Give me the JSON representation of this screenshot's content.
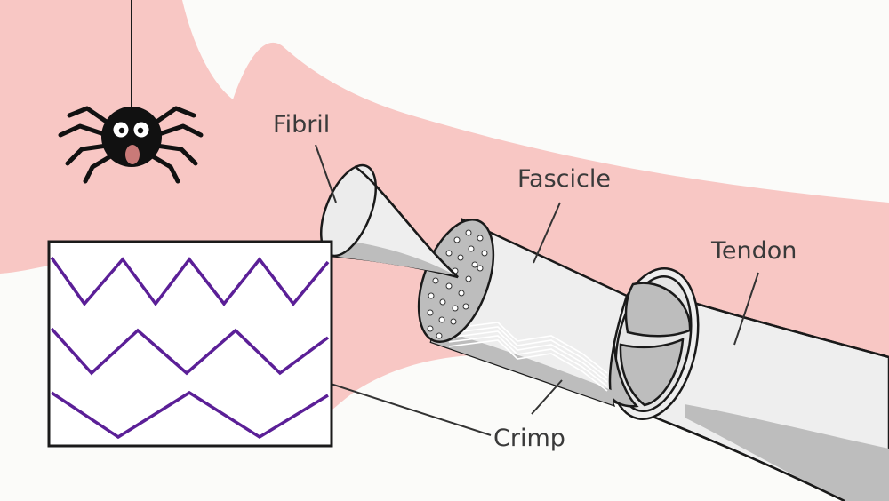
{
  "labels": {
    "fibril": "Fibril",
    "fascicle": "Fascicle",
    "tendon": "Tendon",
    "crimp": "Crimp"
  },
  "icons": [
    "spider-icon"
  ],
  "colors": {
    "background": "#fbfbf9",
    "pink_region": "#f8c7c4",
    "crimp_wave": "#5b1f97",
    "tissue_light": "#eeeeee",
    "tissue_shade": "#bdbdbd",
    "outline": "#1a1a1a"
  }
}
